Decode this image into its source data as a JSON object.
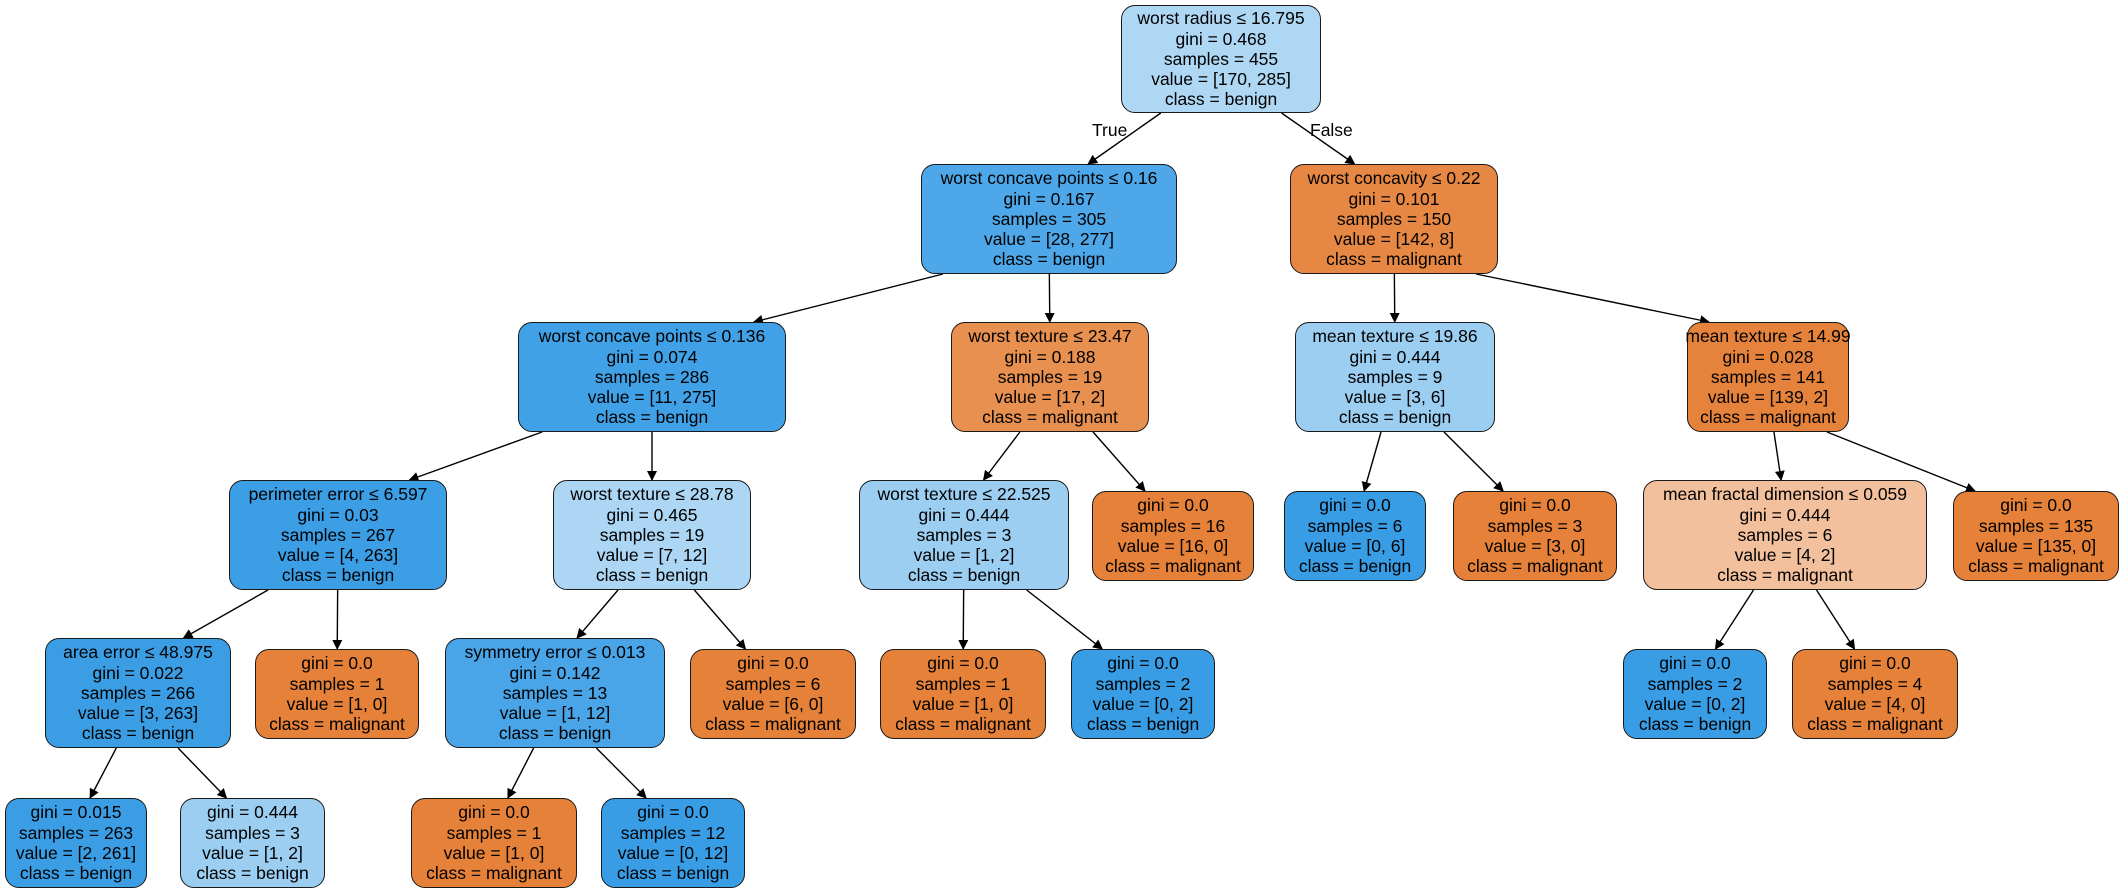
{
  "colors": {
    "benign_pure": "#399de5",
    "benign_light": "#aed7f4",
    "benign_pale": "#9ccef2",
    "malignant_pure": "#e58139",
    "malignant_light": "#e99050",
    "malignant_pale": "#f2c09c",
    "edge": "#000000",
    "border": "#1a1a1a"
  },
  "edge_labels": {
    "true": "True",
    "false": "False"
  },
  "nodes": {
    "n0": {
      "lines": [
        "worst radius ≤ 16.795",
        "gini = 0.468",
        "samples = 455",
        "value = [170, 285]",
        "class = benign"
      ],
      "fill": "#aed7f4"
    },
    "n1": {
      "lines": [
        "worst concave points ≤ 0.16",
        "gini = 0.167",
        "samples = 305",
        "value = [28, 277]",
        "class = benign"
      ],
      "fill": "#4da7e8"
    },
    "n2": {
      "lines": [
        "worst concavity ≤ 0.22",
        "gini = 0.101",
        "samples = 150",
        "value = [142, 8]",
        "class = malignant"
      ],
      "fill": "#e68844"
    },
    "n3": {
      "lines": [
        "worst concave points ≤ 0.136",
        "gini = 0.074",
        "samples = 286",
        "value = [11, 275]",
        "class = benign"
      ],
      "fill": "#41a1e6"
    },
    "n4": {
      "lines": [
        "worst texture ≤ 23.47",
        "gini = 0.188",
        "samples = 19",
        "value = [17, 2]",
        "class = malignant"
      ],
      "fill": "#e89050"
    },
    "n5": {
      "lines": [
        "mean texture ≤ 19.86",
        "gini = 0.444",
        "samples = 9",
        "value = [3, 6]",
        "class = benign"
      ],
      "fill": "#9ccef2"
    },
    "n6": {
      "lines": [
        "mean texture ≤ 14.99",
        "gini = 0.028",
        "samples = 141",
        "value = [139, 2]",
        "class = malignant"
      ],
      "fill": "#e5833c"
    },
    "n7": {
      "lines": [
        "perimeter error ≤ 6.597",
        "gini = 0.03",
        "samples = 267",
        "value = [4, 263]",
        "class = benign"
      ],
      "fill": "#3c9ee5"
    },
    "n8": {
      "lines": [
        "worst texture ≤ 28.78",
        "gini = 0.465",
        "samples = 19",
        "value = [7, 12]",
        "class = benign"
      ],
      "fill": "#acd6f4"
    },
    "n9": {
      "lines": [
        "worst texture ≤ 22.525",
        "gini = 0.444",
        "samples = 3",
        "value = [1, 2]",
        "class = benign"
      ],
      "fill": "#9ccef2"
    },
    "n10": {
      "lines": [
        "gini = 0.0",
        "samples = 16",
        "value = [16, 0]",
        "class = malignant"
      ],
      "fill": "#e58139"
    },
    "n11": {
      "lines": [
        "gini = 0.0",
        "samples = 6",
        "value = [0, 6]",
        "class = benign"
      ],
      "fill": "#399de5"
    },
    "n12": {
      "lines": [
        "gini = 0.0",
        "samples = 3",
        "value = [3, 0]",
        "class = malignant"
      ],
      "fill": "#e58139"
    },
    "n13": {
      "lines": [
        "mean fractal dimension ≤ 0.059",
        "gini = 0.444",
        "samples = 6",
        "value = [4, 2]",
        "class = malignant"
      ],
      "fill": "#f2c09c"
    },
    "n14": {
      "lines": [
        "gini = 0.0",
        "samples = 135",
        "value = [135, 0]",
        "class = malignant"
      ],
      "fill": "#e58139"
    },
    "n15": {
      "lines": [
        "area error ≤ 48.975",
        "gini = 0.022",
        "samples = 266",
        "value = [3, 263]",
        "class = benign"
      ],
      "fill": "#3b9ee5"
    },
    "n16": {
      "lines": [
        "gini = 0.0",
        "samples = 1",
        "value = [1, 0]",
        "class = malignant"
      ],
      "fill": "#e58139"
    },
    "n17": {
      "lines": [
        "symmetry error ≤ 0.013",
        "gini = 0.142",
        "samples = 13",
        "value = [1, 12]",
        "class = benign"
      ],
      "fill": "#49a5e7"
    },
    "n18": {
      "lines": [
        "gini = 0.0",
        "samples = 6",
        "value = [6, 0]",
        "class = malignant"
      ],
      "fill": "#e58139"
    },
    "n19": {
      "lines": [
        "gini = 0.0",
        "samples = 1",
        "value = [1, 0]",
        "class = malignant"
      ],
      "fill": "#e58139"
    },
    "n20": {
      "lines": [
        "gini = 0.0",
        "samples = 2",
        "value = [0, 2]",
        "class = benign"
      ],
      "fill": "#399de5"
    },
    "n21": {
      "lines": [
        "gini = 0.0",
        "samples = 2",
        "value = [0, 2]",
        "class = benign"
      ],
      "fill": "#399de5"
    },
    "n22": {
      "lines": [
        "gini = 0.0",
        "samples = 4",
        "value = [4, 0]",
        "class = malignant"
      ],
      "fill": "#e58139"
    },
    "n23": {
      "lines": [
        "gini = 0.015",
        "samples = 263",
        "value = [2, 261]",
        "class = benign"
      ],
      "fill": "#3b9ee5"
    },
    "n24": {
      "lines": [
        "gini = 0.444",
        "samples = 3",
        "value = [1, 2]",
        "class = benign"
      ],
      "fill": "#9ccef2"
    },
    "n25": {
      "lines": [
        "gini = 0.0",
        "samples = 1",
        "value = [1, 0]",
        "class = malignant"
      ],
      "fill": "#e58139"
    },
    "n26": {
      "lines": [
        "gini = 0.0",
        "samples = 12",
        "value = [0, 12]",
        "class = benign"
      ],
      "fill": "#399de5"
    }
  }
}
